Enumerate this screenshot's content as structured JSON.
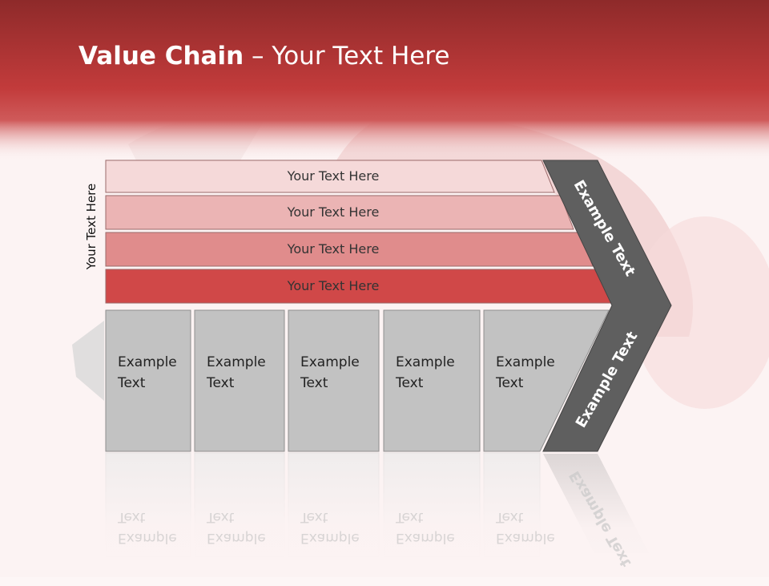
{
  "title": {
    "bold": "Value Chain",
    "rest": " – Your Text Here"
  },
  "side_label": "Your Text Here",
  "bands": [
    {
      "label": "Your Text Here",
      "color": "#f5d9d9"
    },
    {
      "label": "Your Text Here",
      "color": "#ebb4b4"
    },
    {
      "label": "Your Text Here",
      "color": "#e08c8c"
    },
    {
      "label": "Your Text Here",
      "color": "#d04848"
    }
  ],
  "boxes": [
    {
      "line1": "Example",
      "line2": "Text"
    },
    {
      "line1": "Example",
      "line2": "Text"
    },
    {
      "line1": "Example",
      "line2": "Text"
    },
    {
      "line1": "Example",
      "line2": "Text"
    },
    {
      "line1": "Example",
      "line2": "Text"
    }
  ],
  "chevron": {
    "top_label": "Example Text",
    "bottom_label": "Example Text",
    "color": "#5f5f5f"
  },
  "colors": {
    "header_top": "#8e2a2a",
    "header_bottom": "#cc4444",
    "box": "#c2c2c2"
  }
}
